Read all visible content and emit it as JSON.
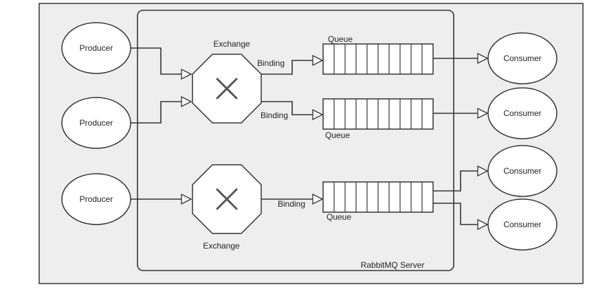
{
  "diagram": {
    "server_label": "RabbitMQ Server",
    "producers": [
      {
        "label": "Producer"
      },
      {
        "label": "Producer"
      },
      {
        "label": "Producer"
      }
    ],
    "exchanges": [
      {
        "label": "Exchange"
      },
      {
        "label": "Exchange"
      }
    ],
    "bindings": [
      {
        "label": "Binding"
      },
      {
        "label": "Binding"
      },
      {
        "label": "Binding"
      }
    ],
    "queues": [
      {
        "label": "Queue"
      },
      {
        "label": "Queue"
      },
      {
        "label": "Queue"
      }
    ],
    "consumers": [
      {
        "label": "Consumer"
      },
      {
        "label": "Consumer"
      },
      {
        "label": "Consumer"
      },
      {
        "label": "Consumer"
      }
    ]
  },
  "colors": {
    "canvas_fill": "#eeeeee",
    "stroke": "#333333",
    "node_fill": "#ffffff"
  }
}
